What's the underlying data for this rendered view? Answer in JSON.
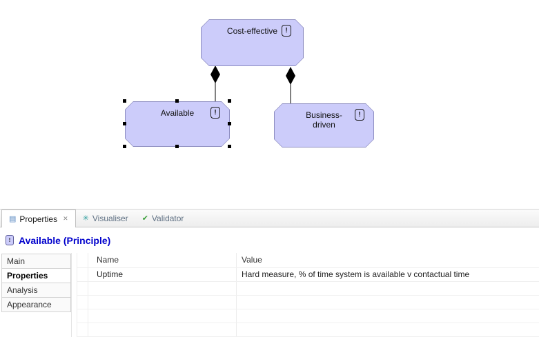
{
  "colors": {
    "node_fill": "#ccccfa",
    "node_border": "#8c8cc0",
    "selection_handle": "#000000",
    "heading_blue": "#0000cc"
  },
  "diagram": {
    "badge": "!",
    "nodes": [
      {
        "label": "Cost-effective"
      },
      {
        "label": "Available"
      },
      {
        "label": "Business-\ndriven"
      }
    ]
  },
  "panel": {
    "icons": {
      "properties_tab": "▤",
      "visualiser_tab": "✳",
      "validator_tab": "✔",
      "close": "✕",
      "principle": "!"
    },
    "tabs": [
      {
        "label": "Properties",
        "active": true
      },
      {
        "label": "Visualiser",
        "active": false
      },
      {
        "label": "Validator",
        "active": false
      }
    ],
    "title": "Available (Principle)",
    "sidebar": [
      {
        "label": "Main"
      },
      {
        "label": "Properties"
      },
      {
        "label": "Analysis"
      },
      {
        "label": "Appearance"
      }
    ],
    "table": {
      "columns": [
        "Name",
        "Value"
      ],
      "rows": [
        {
          "name": "Uptime",
          "value": "Hard measure, % of time system is available v contactual time"
        }
      ]
    }
  }
}
